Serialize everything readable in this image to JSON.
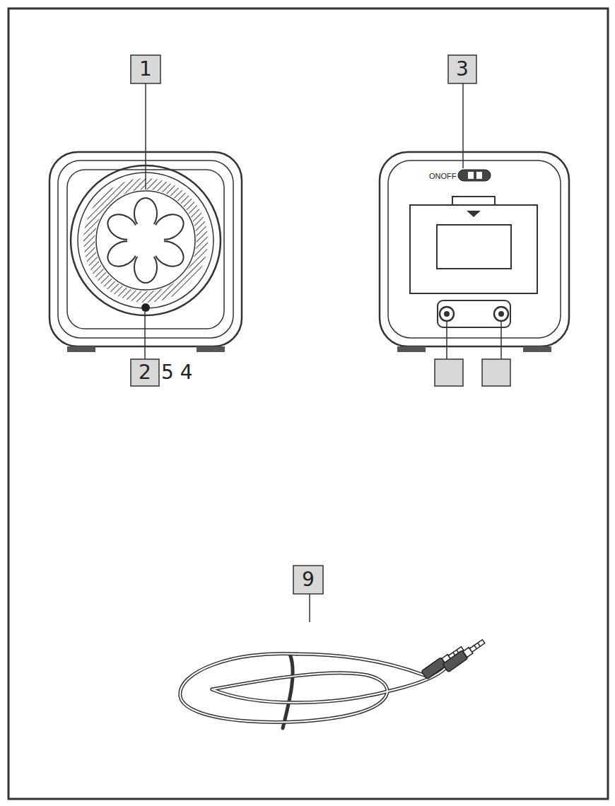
{
  "diagram": {
    "labels": [
      "1",
      "2",
      "5 4",
      "3",
      "ONOFF",
      "9"
    ]
  }
}
